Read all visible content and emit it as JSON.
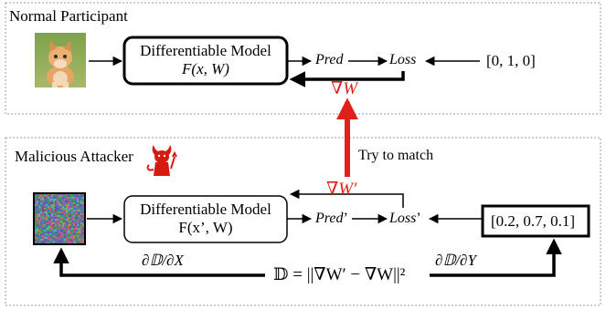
{
  "colors": {
    "accent_red": "#e0201b",
    "ink": "#000000",
    "panel_border": "#9a9a9a"
  },
  "normal_panel": {
    "title": "Normal Participant",
    "input_image_icon": "kitten-photo-icon",
    "model_title": "Differentiable Model",
    "model_formula": "F(x, W)",
    "pred_label": "Pred",
    "loss_label": "Loss",
    "label_vector": "[0, 1, 0]",
    "gradient_label": "∇W"
  },
  "match": {
    "label": "Try to match",
    "gradient_label": "∇W′"
  },
  "attacker_panel": {
    "title": "Malicious Attacker",
    "devil_icon": "devil-icon",
    "input_image_icon": "random-noise-image-icon",
    "model_title": "Differentiable Model",
    "model_formula": "F(x’, W)",
    "pred_label": "Pred",
    "pred_prime": "’",
    "loss_label": "Loss",
    "loss_prime": "’",
    "label_vector": "[0.2, 0.7, 0.1]",
    "distance_formula": "𝔻 = ||∇W′ − ∇W||²",
    "grad_x_label": "∂𝔻/∂X",
    "grad_y_label": "∂𝔻/∂Y"
  }
}
